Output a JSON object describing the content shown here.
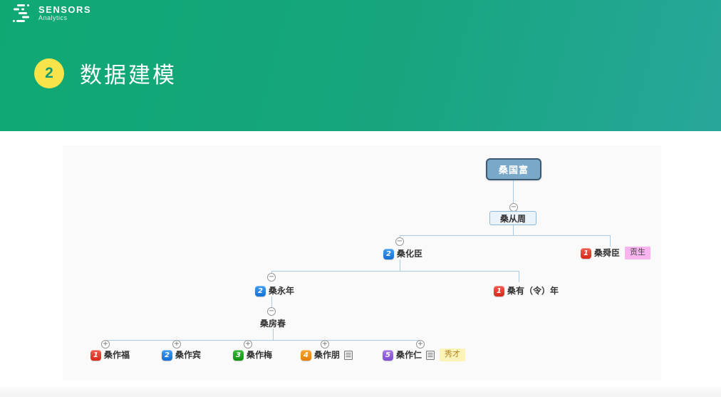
{
  "header": {
    "logo_title": "SENSORS",
    "logo_subtitle": "Analytics",
    "section_number": "2",
    "section_title": "数据建模"
  },
  "icons": {
    "collapse": "−",
    "expand": "+"
  },
  "tree": {
    "root": {
      "label": "桑国富"
    },
    "congzhou": {
      "label": "桑从周"
    },
    "huachen": {
      "label": "桑化臣",
      "badge": "2"
    },
    "shunchen": {
      "label": "桑舜臣",
      "badge": "1",
      "tag": "贡生"
    },
    "yongnian": {
      "label": "桑永年",
      "badge": "2"
    },
    "younian": {
      "label": "桑有（令）年",
      "badge": "1"
    },
    "fangchun": {
      "label": "桑房春"
    },
    "zuofu": {
      "label": "桑作福",
      "badge": "1"
    },
    "zuobin": {
      "label": "桑作宾",
      "badge": "2"
    },
    "zuomei": {
      "label": "桑作梅",
      "badge": "3"
    },
    "zuopeng": {
      "label": "桑作朋",
      "badge": "4"
    },
    "zuoren": {
      "label": "桑作仁",
      "badge": "5",
      "tag": "秀才"
    }
  },
  "colors": {
    "header_gradient_left": "#0fa873",
    "header_gradient_right": "#27a79a",
    "section_badge_bg": "#f8e44a",
    "section_badge_text": "#13996f",
    "root_node_bg": "#7aa8c9",
    "root_node_border": "#3c5a74",
    "gen2_node_bg": "#eaf2fa",
    "gen2_node_border": "#8fb8da",
    "connector_line": "#aecbe6",
    "badge_red": "#dc2a1c",
    "badge_blue": "#1878dc",
    "badge_green": "#17a315",
    "badge_orange": "#ee8500",
    "badge_purple": "#8b5ad8",
    "tag_pink_bg": "#f9b3ef",
    "tag_yellow_bg": "#fbf3b8",
    "card_bg": "#fafafa"
  }
}
